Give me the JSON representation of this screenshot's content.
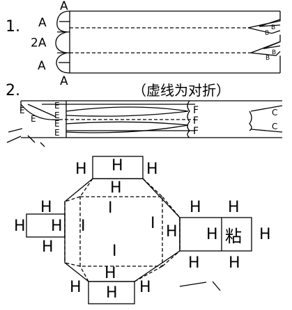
{
  "steps": {
    "step1": "1.",
    "step2": "2.",
    "step2_note": "（虚线为对折）"
  },
  "labels": {
    "a": "A",
    "two_a": "2A",
    "b": "B",
    "c": "C",
    "e": "E",
    "f": "F",
    "h": "H",
    "i": "I",
    "glue": "粘"
  }
}
